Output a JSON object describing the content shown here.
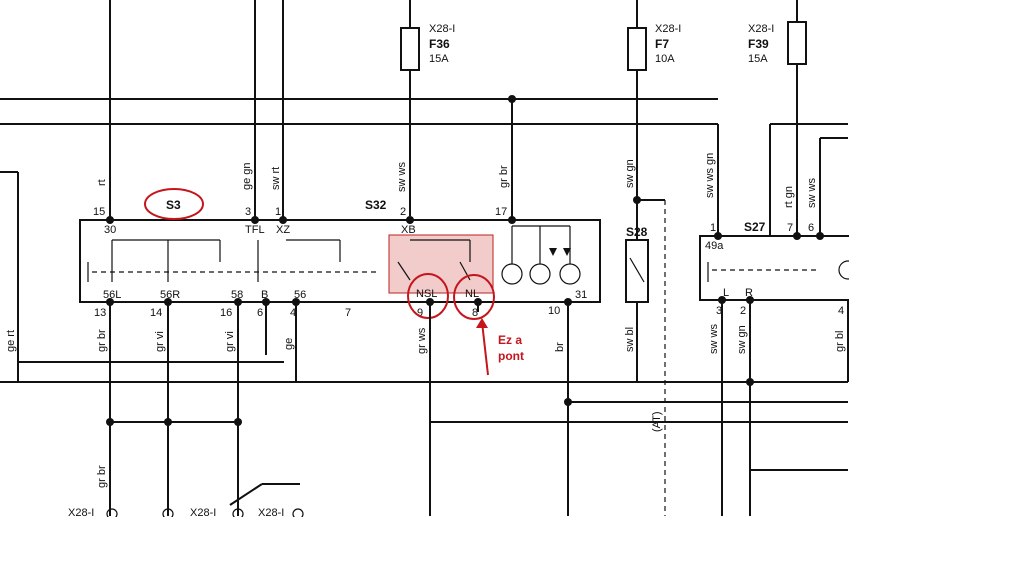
{
  "fuses": [
    {
      "ref": "X28-I",
      "name": "F36",
      "rating": "15A"
    },
    {
      "ref": "X28-I",
      "name": "F7",
      "rating": "10A"
    },
    {
      "ref": "X28-I",
      "name": "F39",
      "rating": "15A"
    }
  ],
  "components": {
    "s3": "S3",
    "s32": "S32",
    "s28": "S28",
    "s27": "S27"
  },
  "s3_pins": {
    "top": [
      "15",
      "30",
      "3",
      "TFL",
      "1",
      "XZ",
      "2",
      "XB",
      "17"
    ],
    "inner_bottom": [
      "56L",
      "56R",
      "58",
      "B",
      "56"
    ],
    "bottom": [
      "13",
      "14",
      "16",
      "6",
      "4",
      "7",
      "9",
      "8",
      "10",
      "31"
    ],
    "nsl": "NSL",
    "nl": "NL"
  },
  "s27_pins": {
    "top": [
      "1",
      "49a",
      "7",
      "6"
    ],
    "inner": [
      "L",
      "R"
    ],
    "bottom": [
      "3",
      "2",
      "4"
    ]
  },
  "wire_colors": {
    "rt": "rt",
    "ge_gn": "ge gn",
    "sw_rt": "sw rt",
    "sw_ws_1": "sw ws",
    "gr_br_1": "gr br",
    "sw_gn_1": "sw gn",
    "sw_ws_gn": "sw ws gn",
    "rt_gn": "rt gn",
    "sw_ws_2": "sw ws",
    "ge_rt": "ge rt",
    "gr_br_2": "gr br",
    "gr_vi_1": "gr vi",
    "gr_vi_2": "gr vi",
    "ge": "ge",
    "gr_ws": "gr ws",
    "br": "br",
    "sw_bl": "sw bl",
    "sw_ws_3": "sw ws",
    "sw_gn_2": "sw gn",
    "gr_bl": "gr bl",
    "gr_br_3": "gr br",
    "at": "(AT)"
  },
  "annotation": {
    "line1": "Ez a",
    "line2": "pont"
  },
  "bottom_connectors": [
    "X28-I",
    "X28-I",
    "X28-I"
  ],
  "colors": {
    "highlight": "#c4161c"
  }
}
